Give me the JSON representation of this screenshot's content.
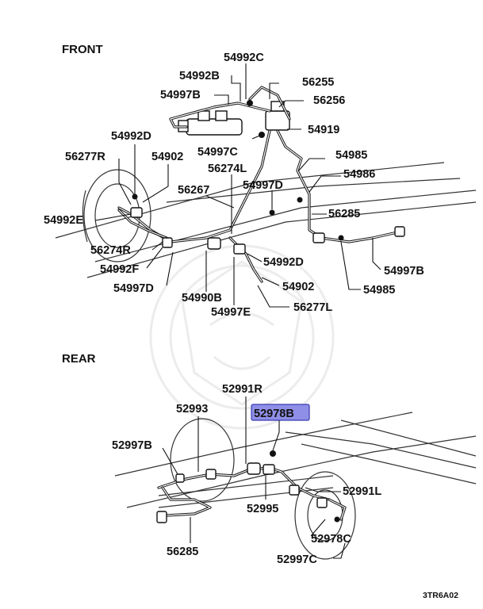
{
  "sections": {
    "front": "FRONT",
    "rear": "REAR"
  },
  "diagram_code": "3TR6A02",
  "highlight_color": "#8f8fe8",
  "front_labels": {
    "f_54992C": "54992C",
    "f_54992B": "54992B",
    "f_54997B_top": "54997B",
    "f_56255": "56255",
    "f_56256": "56256",
    "f_54919": "54919",
    "f_54992D_top": "54992D",
    "f_54997C": "54997C",
    "f_56277R": "56277R",
    "f_54902_top": "54902",
    "f_56274L": "56274L",
    "f_54985_top": "54985",
    "f_54986": "54986",
    "f_56267": "56267",
    "f_54997D_top": "54997D",
    "f_56285": "56285",
    "f_54992E": "54992E",
    "f_56274R": "56274R",
    "f_54992F": "54992F",
    "f_54997D_bot": "54997D",
    "f_54990B": "54990B",
    "f_54997E": "54997E",
    "f_54992D_bot": "54992D",
    "f_54902_bot": "54902",
    "f_56277L": "56277L",
    "f_54997B_right": "54997B",
    "f_54985_bot": "54985"
  },
  "rear_labels": {
    "r_52991R": "52991R",
    "r_52993": "52993",
    "r_52978B": "52978B",
    "r_52997B": "52997B",
    "r_52995": "52995",
    "r_52991L": "52991L",
    "r_56285": "56285",
    "r_52978C": "52978C",
    "r_52997C": "52997C"
  }
}
